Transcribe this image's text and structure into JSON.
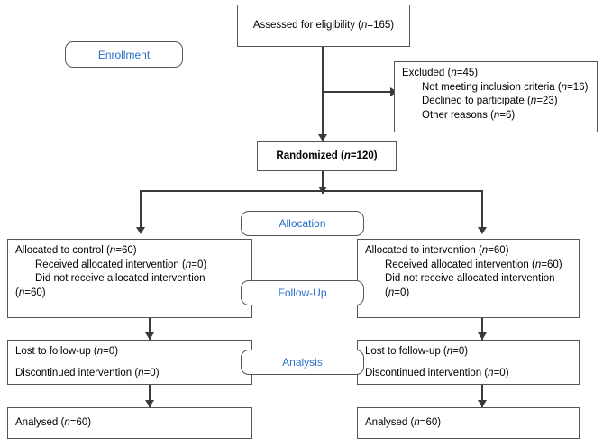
{
  "diagram": {
    "title": "CONSORT participant flow diagram",
    "accent_color": "#2a6fc9",
    "line_color": "#3a3a3a",
    "border_color": "#555555",
    "background": "#ffffff"
  },
  "stage_labels": {
    "enrollment": "Enrollment",
    "allocation": "Allocation",
    "followup": "Follow-Up",
    "analysis": "Analysis"
  },
  "nodes": {
    "assessed": {
      "text": "Assessed for eligibility (n=165)",
      "n": 165
    },
    "excluded": {
      "heading": "Excluded (n=45)",
      "n": 45,
      "reasons": [
        {
          "text": "Not meeting inclusion criteria (n=16)",
          "n": 16
        },
        {
          "text": "Declined to participate (n=23)",
          "n": 23
        },
        {
          "text": "Other reasons (n=6)",
          "n": 6
        }
      ]
    },
    "randomized": {
      "text": "Randomized (n=120)",
      "n": 120
    },
    "allocation_left": {
      "heading": "Allocated to control (n=60)",
      "n": 60,
      "lines": [
        "Received allocated intervention (n=0)",
        "Did not receive allocated intervention",
        "(n=60)"
      ]
    },
    "allocation_right": {
      "heading": "Allocated to intervention (n=60)",
      "n": 60,
      "lines": [
        "Received allocated intervention (n=60)",
        "Did not receive allocated intervention (n=0)"
      ]
    },
    "followup_left": {
      "lines": [
        "Lost to follow-up (n=0)",
        "Discontinued intervention (n=0)"
      ]
    },
    "followup_right": {
      "lines": [
        "Lost to follow-up (n=0)",
        "Discontinued intervention (n=0)"
      ]
    },
    "analysis_left": {
      "text": "Analysed (n=60)",
      "n": 60
    },
    "analysis_right": {
      "text": "Analysed (n=60)",
      "n": 60
    }
  }
}
